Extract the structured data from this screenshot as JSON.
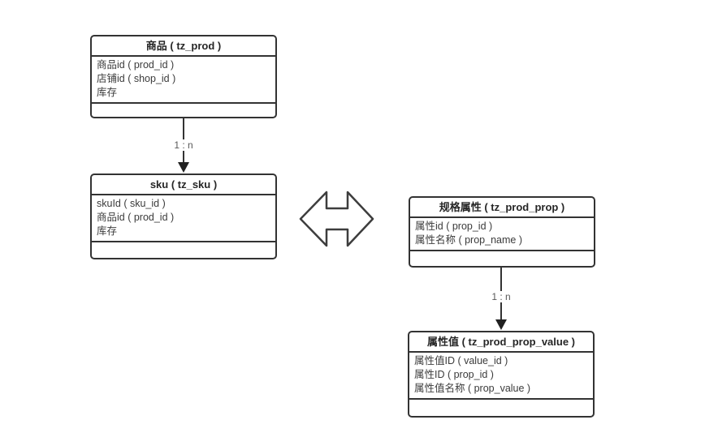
{
  "diagram": {
    "type": "er-diagram",
    "background": "#ffffff",
    "stroke_color": "#333333",
    "text_color": "#3b3b3b",
    "label_color": "#595959",
    "entities": [
      {
        "key": "prod",
        "title": "商品 ( tz_prod )",
        "fields": [
          "商品id ( prod_id )",
          "店铺id ( shop_id )",
          "库存"
        ]
      },
      {
        "key": "sku",
        "title": "sku ( tz_sku )",
        "fields": [
          "skuId ( sku_id )",
          "商品id ( prod_id )",
          "库存"
        ]
      },
      {
        "key": "prod_prop",
        "title": "规格属性 ( tz_prod_prop )",
        "fields": [
          "属性id ( prop_id )",
          "属性名称 ( prop_name )"
        ]
      },
      {
        "key": "prod_prop_value",
        "title": "属性值 ( tz_prod_prop_value )",
        "fields": [
          "属性值ID ( value_id )",
          "属性ID ( prop_id )",
          "属性值名称 ( prop_value )"
        ]
      }
    ],
    "relations": [
      {
        "from": "商品 ( tz_prod )",
        "to": "sku ( tz_sku )",
        "label": "1 : n",
        "style": "solid-arrow-down"
      },
      {
        "from": "规格属性 ( tz_prod_prop )",
        "to": "属性值 ( tz_prod_prop_value )",
        "label": "1 : n",
        "style": "solid-arrow-down"
      },
      {
        "from": "sku ( tz_sku )",
        "to": "规格属性 ( tz_prod_prop )",
        "label": "",
        "style": "double-headed-outline-arrow"
      }
    ]
  }
}
